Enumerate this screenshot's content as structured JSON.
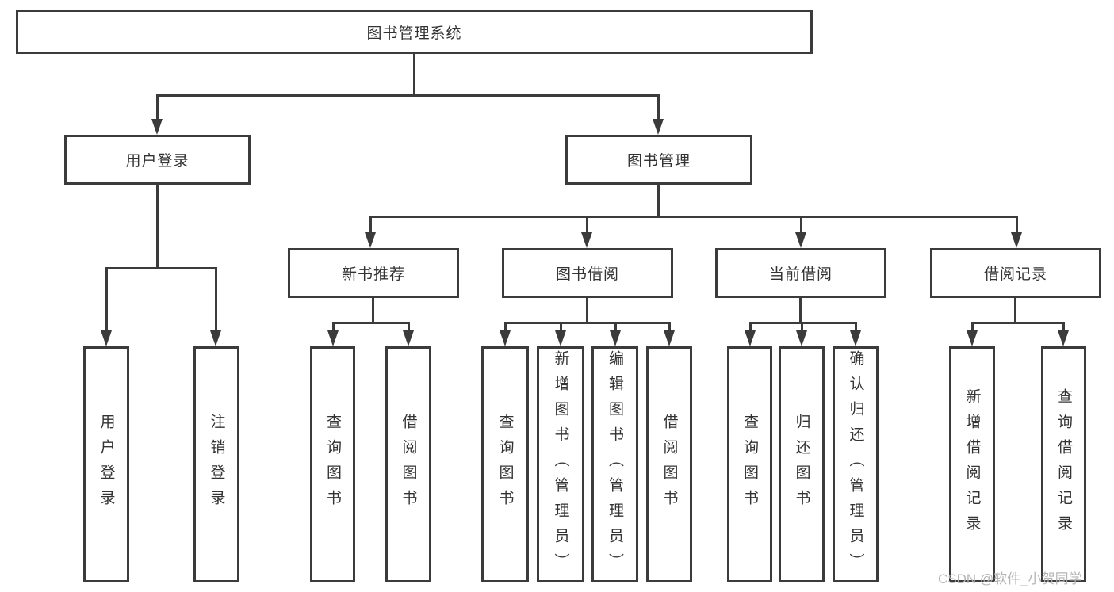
{
  "diagram": {
    "root": "图书管理系统",
    "level2": {
      "user_login": "用户登录",
      "book_management": "图书管理"
    },
    "level3": {
      "new_book_recommend": "新书推荐",
      "book_borrowing": "图书借阅",
      "current_borrowing": "当前借阅",
      "borrowing_records": "借阅记录"
    },
    "leaves": {
      "user_login_children": [
        "用户登录",
        "注销登录"
      ],
      "new_book_recommend_children": [
        "查询图书",
        "借阅图书"
      ],
      "book_borrowing_children": [
        "查询图书",
        "新增图书（管理员）",
        "编辑图书（管理员）",
        "借阅图书"
      ],
      "current_borrowing_children": [
        "查询图书",
        "归还图书",
        "确认归还（管理员）"
      ],
      "borrowing_records_children": [
        "新增借阅记录",
        "查询借阅记录"
      ]
    }
  },
  "watermark": "CSDN @软件_小贺同学",
  "colors": {
    "line": "#3b3b3b",
    "text": "#333333",
    "background": "#ffffff",
    "watermark": "#b2b2b2"
  }
}
